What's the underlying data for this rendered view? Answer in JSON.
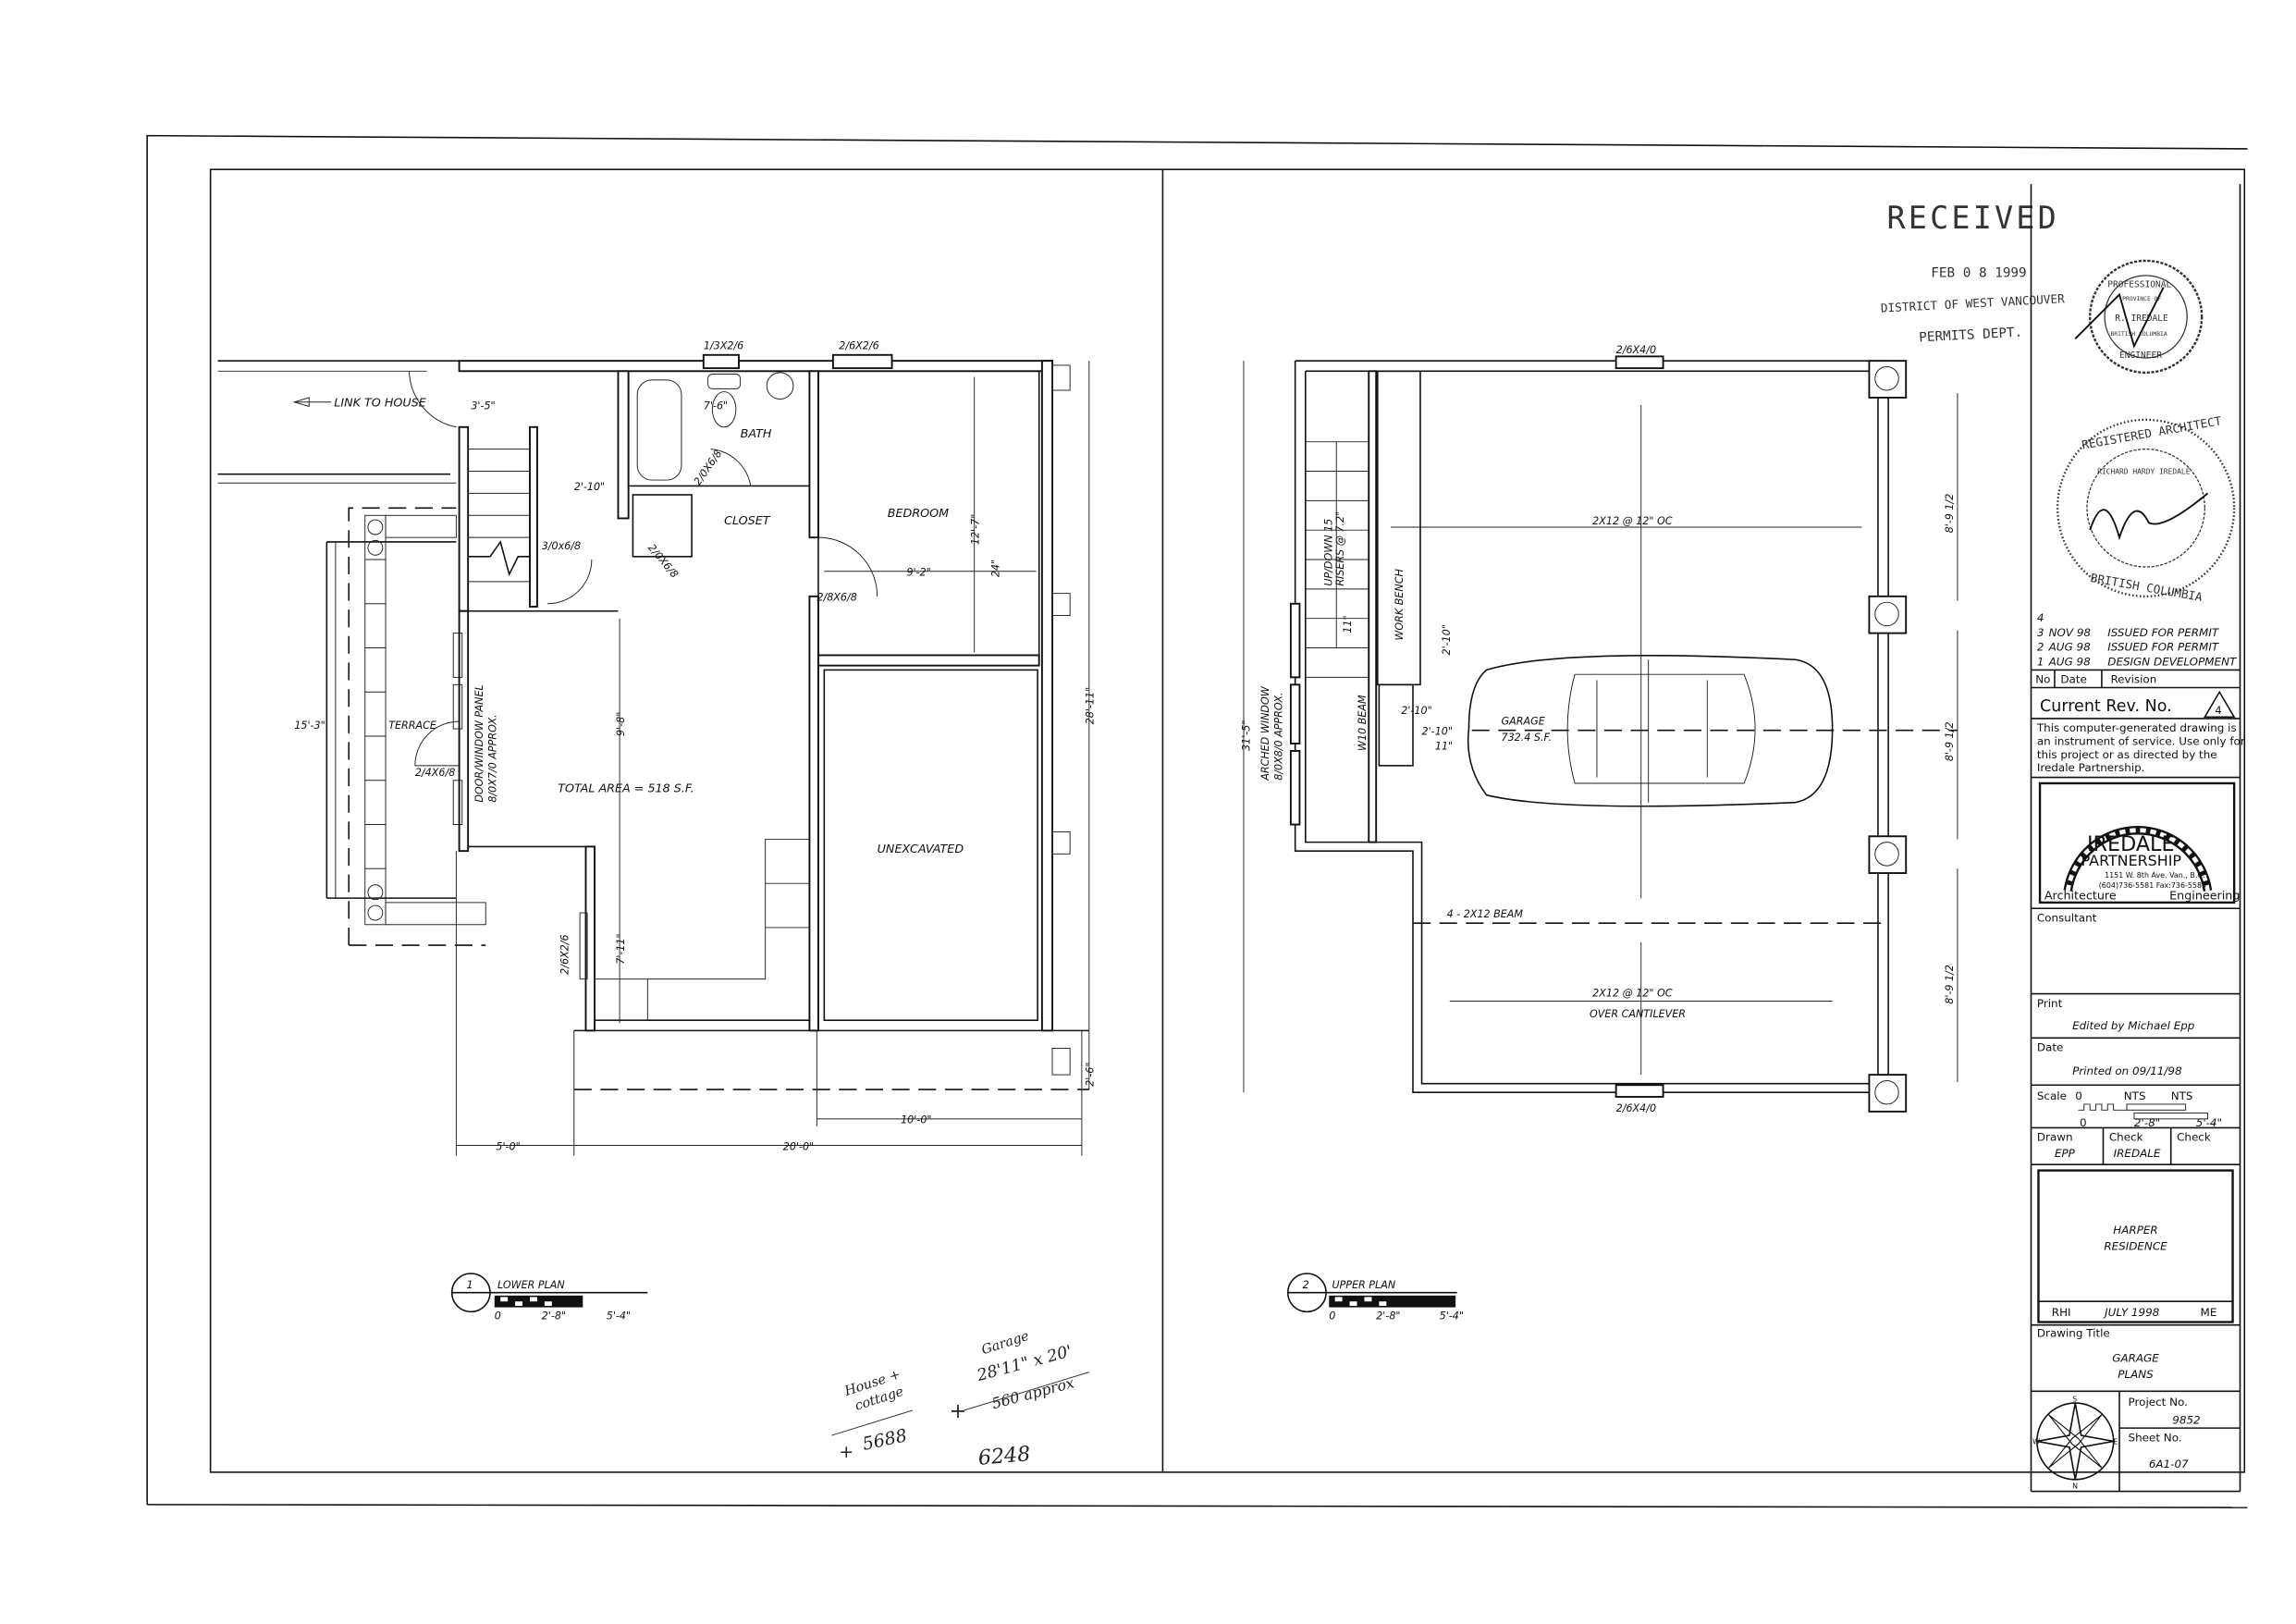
{
  "stamps": {
    "received": "RECEIVED",
    "date": "FEB 0 8 1999",
    "district": "DISTRICT OF WEST VANCOUVER",
    "dept": "PERMITS DEPT.",
    "engineer_seal": [
      "PROFESSIONAL",
      "PROVINCE OF",
      "R. IREDALE",
      "BRITISH COLUMBIA",
      "ENGINEER"
    ],
    "architect_seal": [
      "REGISTERED ARCHITECT",
      "RICHARD HARDY IREDALE",
      "BRITISH COLUMBIA"
    ]
  },
  "title_block": {
    "revisions": [
      {
        "no": "4",
        "date": "",
        "text": ""
      },
      {
        "no": "3",
        "date": "NOV 98",
        "text": "ISSUED FOR PERMIT"
      },
      {
        "no": "2",
        "date": "AUG 98",
        "text": "ISSUED FOR PERMIT"
      },
      {
        "no": "1",
        "date": "AUG 98",
        "text": "DESIGN DEVELOPMENT"
      }
    ],
    "rev_header": {
      "no": "No",
      "date": "Date",
      "revision": "Revision"
    },
    "current_rev_label": "Current Rev. No.",
    "current_rev": "4",
    "disclaimer": [
      "This computer-generated drawing is",
      "an instrument of service. Use only for",
      "this project or as directed by the",
      "Iredale Partnership."
    ],
    "logo": {
      "line1": "IREDALE",
      "line2": "PARTNERSHIP",
      "address": "1151 W. 8th Ave. Van., B.C.",
      "phone": "(604)736-5581 Fax:736-5585",
      "left": "Architecture",
      "right": "Engineering"
    },
    "consultant_label": "Consultant",
    "print_label": "Print",
    "print_value": "Edited by Michael Epp",
    "date_label": "Date",
    "date_value": "Printed on 09/11/98",
    "scale_label": "Scale",
    "scale_ticks": [
      "0",
      "NTS",
      "NTS",
      "0",
      "2'-8\"",
      "5'-4\""
    ],
    "drawn_label": "Drawn",
    "drawn_value": "EPP",
    "check_label": "Check",
    "check_value": "IREDALE",
    "check2_label": "Check",
    "project_title": [
      "HARPER",
      "RESIDENCE"
    ],
    "project_strip": [
      "RHI",
      "JULY 1998",
      "ME"
    ],
    "drawing_title_label": "Drawing Title",
    "drawing_title": [
      "GARAGE",
      "PLANS"
    ],
    "project_no_label": "Project No.",
    "project_no": "9852",
    "sheet_no_label": "Sheet No.",
    "sheet_no": "6A1-07",
    "compass_letters": [
      "S",
      "N",
      "W",
      "E"
    ]
  },
  "lower_plan": {
    "number": "1",
    "title": "LOWER PLAN",
    "scale": [
      "0",
      "2'-8\"",
      "5'-4\""
    ],
    "labels": {
      "window_bath": "1/3X2/6",
      "window_bed": "2/6X2/6",
      "link": "LINK TO HOUSE",
      "dim_3_5": "3'-5\"",
      "dim_7_6": "7'-6\"",
      "bath": "BATH",
      "dim_2_10": "2'-10\"",
      "door_bath": "2/0X6/8",
      "closet": "CLOSET",
      "door_stair": "3/0x6/8",
      "door_closet": "2/0X6/8",
      "bedroom": "BEDROOM",
      "dim_12_7": "12'-7\"",
      "dim_9_2": "9'-2\"",
      "dim_24": "24\"",
      "door_bed": "2/8X6/8",
      "dim_9_8": "9'-8\"",
      "panel_1": "DOOR/WINDOW PANEL",
      "panel_2": "8/0X7/0 APPROX.",
      "terrace": "TERRACE",
      "door_terrace": "2/4X6/8",
      "total_area": "TOTAL AREA = 518 S.F.",
      "unexcavated": "UNEXCAVATED",
      "dim_28_11": "28'-11\"",
      "window_low": "2/6X2/6",
      "dim_7_11": "7'-11\"",
      "dim_2_6": "2'-6\"",
      "dim_10_0": "10'-0\"",
      "dim_5_0": "5'-0\"",
      "dim_20_0": "20'-0\"",
      "dim_15_3": "15'-3\""
    }
  },
  "upper_plan": {
    "number": "2",
    "title": "UPPER PLAN",
    "scale": [
      "0",
      "2'-8\"",
      "5'-4\""
    ],
    "labels": {
      "window_top": "2/6X4/0",
      "window_bottom": "2/6X4/0",
      "joists_top": "2X12 @ 12\" OC",
      "joists_bottom": "2X12 @ 12\" OC",
      "cantilever": "OVER CANTILEVER",
      "beam": "4 - 2X12 BEAM",
      "stair_1": "UP/DOWN 15",
      "stair_2": "RISERS @ 7.2\"",
      "work_bench": "WORK BENCH",
      "dim_11a": "11\"",
      "dim_2_10a": "2'-10\"",
      "dim_2_10b": "2'-10\"",
      "dim_2_10c": "2'-10\"",
      "dim_11b": "11\"",
      "w10": "W10 BEAM",
      "garage": "GARAGE",
      "area": "732.4 S.F.",
      "arched_1": "ARCHED WINDOW",
      "arched_2": "8/0X8/0 APPROX.",
      "dim_31_5": "31'-5\"",
      "dim_8_9a": "8'-9 1/2",
      "dim_8_9b": "8'-9 1/2",
      "dim_8_9c": "8'-9 1/2"
    }
  },
  "handwritten_notes": {
    "house_1": "House +",
    "house_2": "cottage",
    "house_total": "5688",
    "garage_1": "Garage",
    "garage_2": "28'11\" x 20'",
    "garage_3": "560 approx",
    "plus_1": "+",
    "plus_2": "+",
    "grand_total": "6248"
  }
}
